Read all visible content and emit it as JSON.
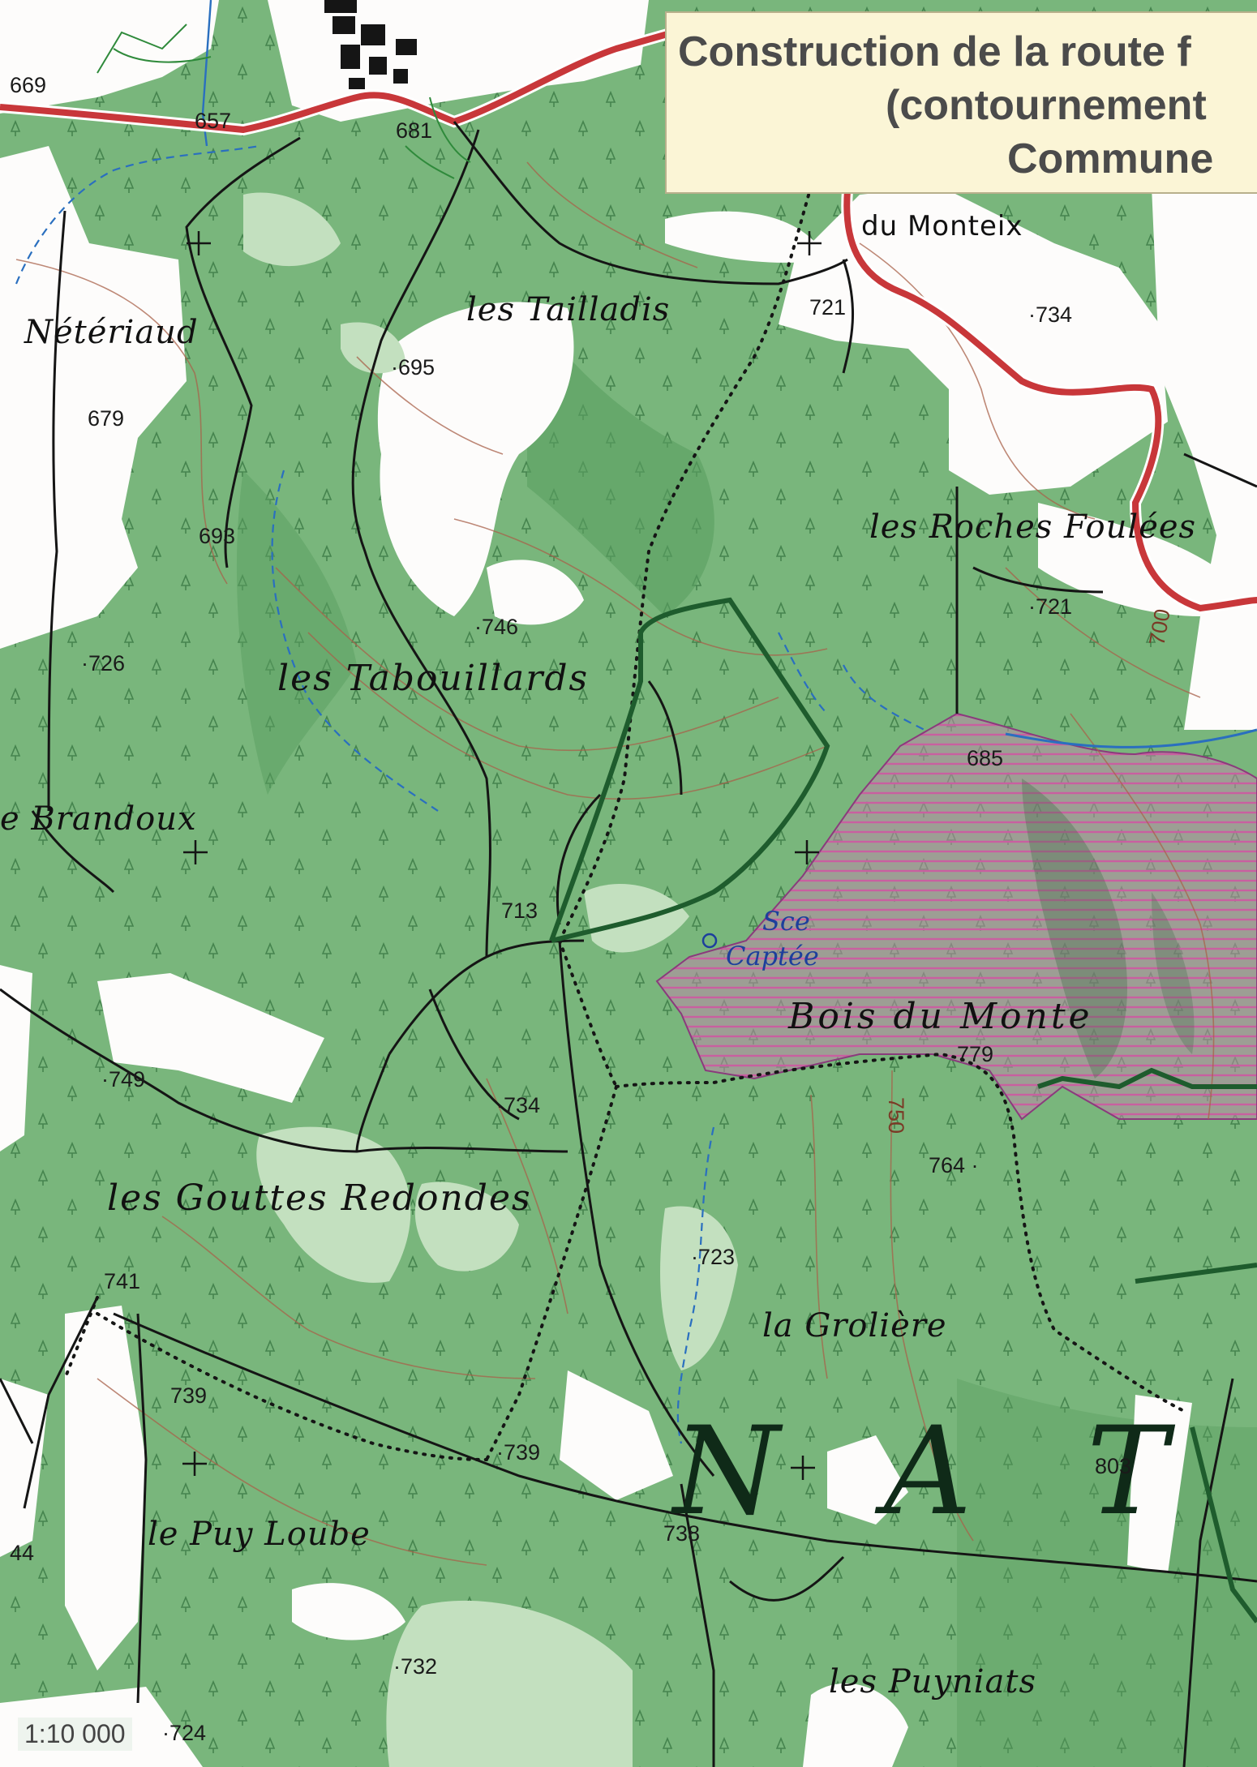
{
  "title_box": {
    "line1": "Construction de la route f",
    "line2": "(contournement",
    "line3": "Commune"
  },
  "scale": "1:10 000",
  "places": {
    "neteriaud": "Nétériaud",
    "tailladis": "les Tailladis",
    "croix_monteix": "du Monteix",
    "roches_foulees": "les Roches Foulées",
    "tabouillards": "les Tabouillards",
    "brandoux": "e Brandoux",
    "sce_captee_1": "Sce",
    "sce_captee_2": "Captée",
    "bois_du_monte": "Bois du Monte",
    "gouttes_redondes": "les Gouttes Redondes",
    "groliere": "la Grolière",
    "puy_loube": "le Puy Loube",
    "puyniats": "les Puyniats",
    "nat_n": "N",
    "nat_a": "A",
    "nat_t": "T"
  },
  "altitudes": {
    "a669": "669",
    "a657": "657",
    "a681": "681",
    "a721_top": "721",
    "a734_top": "·734",
    "a695": "·695",
    "a679": "679",
    "a693": "693",
    "a746": "·746",
    "a721_right": "·721",
    "a700": "700",
    "a726": "·726",
    "a685": "685",
    "a713": "713",
    "a779": "779",
    "a749": "·749",
    "a734_mid": "·734",
    "a750": "750",
    "a764": "764 ·",
    "a741": "741",
    "a723": "·723",
    "a739_left": "739",
    "a739_mid": "·739",
    "a803": "803",
    "a44": "44",
    "a738": "738",
    "a732": "·732",
    "a724": "·724"
  },
  "colors": {
    "forest": "#79b67c",
    "forest_dark": "#5a9e60",
    "clearing": "#fdfcfb",
    "road_red": "#c8373a",
    "protected_hatch": "#b66f9b",
    "boundary_green": "#1e5c2d",
    "stream_blue": "#2a6fbf"
  }
}
